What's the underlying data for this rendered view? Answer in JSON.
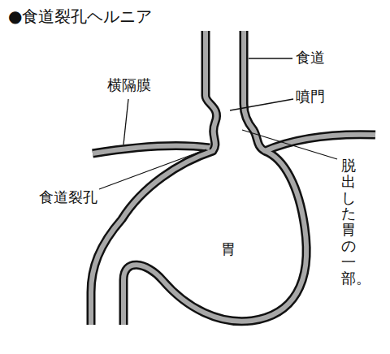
{
  "diagram": {
    "title": "●食道裂孔ヘルニア",
    "labels": [
      "食道",
      "横隔膜",
      "噴門",
      "脱出した胃の一部。",
      "食道裂孔",
      "胃"
    ]
  }
}
